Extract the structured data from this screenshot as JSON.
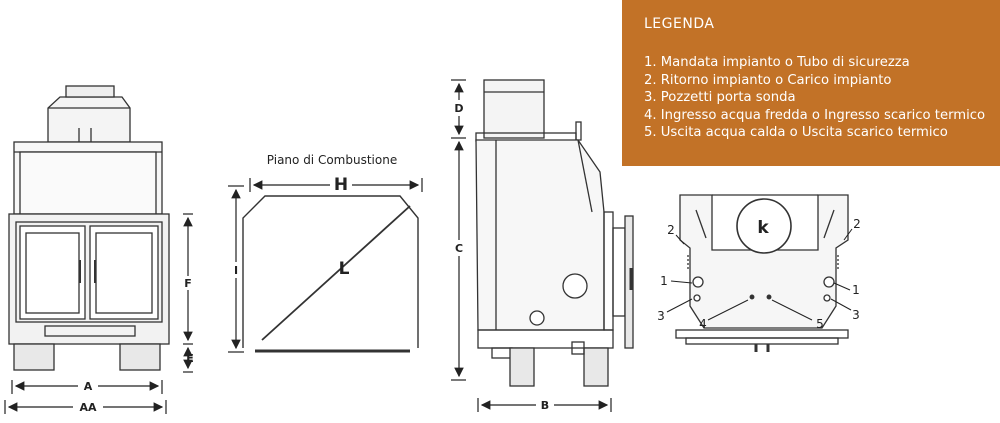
{
  "legend": {
    "background": "#c27227",
    "title": "LEGENDA",
    "items": [
      "1. Mandata impianto o Tubo di sicurezza",
      "2. Ritorno impianto o Carico impianto",
      "3. Pozzetti porta sonda",
      "4. Ingresso acqua fredda o Ingresso scarico termico",
      "5. Uscita acqua calda o Uscita scarico termico"
    ]
  },
  "front_view": {
    "dim_a": "A",
    "dim_aa": "AA",
    "dim_f": "F",
    "dim_e": "E"
  },
  "combustion_plane": {
    "title": "Piano di Combustione",
    "dim_h": "H",
    "dim_i": "I",
    "dim_l": "L"
  },
  "side_view": {
    "dim_d": "D",
    "dim_c": "C",
    "dim_b": "B"
  },
  "rear_view": {
    "outlet_label": "k",
    "left_labels": [
      "2",
      "1",
      "3",
      "4"
    ],
    "right_labels": [
      "2",
      "1",
      "3",
      "5"
    ]
  }
}
